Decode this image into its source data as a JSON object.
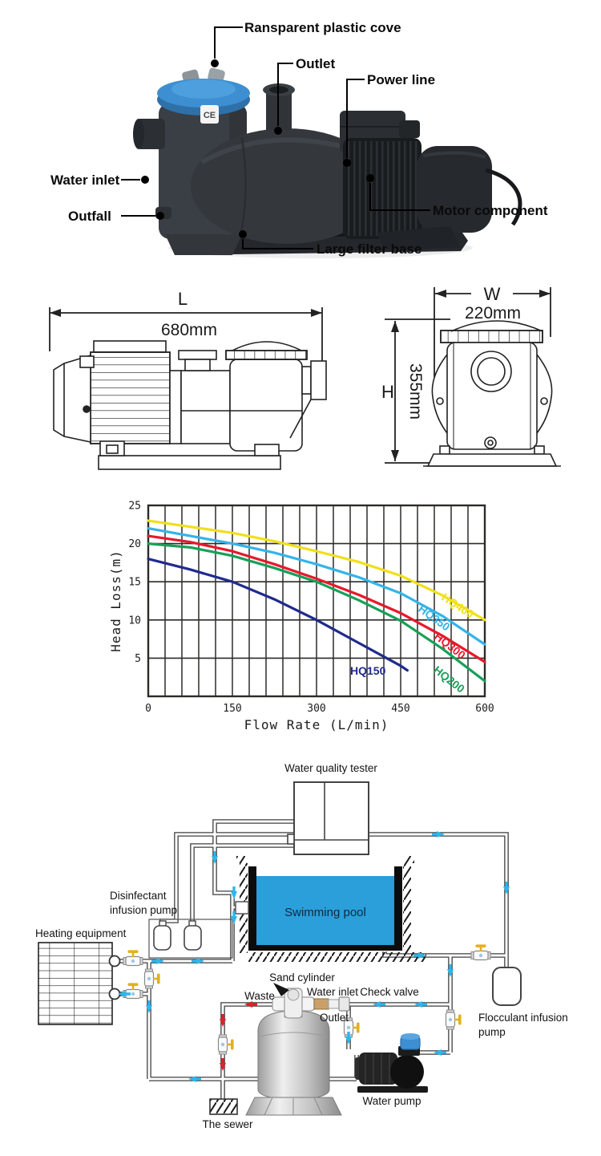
{
  "product": {
    "callouts": {
      "cover": "Ransparent plastic cove",
      "outlet": "Outlet",
      "power": "Power line",
      "inlet": "Water inlet",
      "motor": "Motor component",
      "outfall": "Outfall",
      "base": "Large filter base"
    },
    "ce_mark": "CE"
  },
  "dimensions": {
    "length_letter": "L",
    "length_value": "680mm",
    "width_letter": "W",
    "width_value": "220mm",
    "height_letter": "H",
    "height_value": "355mm"
  },
  "chart_data": {
    "type": "line",
    "title": "",
    "xlabel": "Flow Rate (L/min)",
    "ylabel": "Head Loss(m)",
    "xlim": [
      0,
      600
    ],
    "ylim": [
      0,
      25
    ],
    "x_ticks": [
      0,
      150,
      300,
      450,
      600
    ],
    "y_ticks": [
      5,
      10,
      15,
      20,
      25
    ],
    "x_grid_step": 30,
    "y_grid_step": 5,
    "grid": true,
    "legend_position": "on-curve",
    "series": [
      {
        "name": "HQ400",
        "color": "#f0e01a",
        "points": [
          [
            0,
            23
          ],
          [
            75,
            22.2
          ],
          [
            150,
            21.4
          ],
          [
            225,
            20.3
          ],
          [
            300,
            19
          ],
          [
            375,
            17.6
          ],
          [
            450,
            15.8
          ],
          [
            525,
            13.2
          ],
          [
            600,
            10
          ]
        ],
        "label": {
          "x": 550,
          "y": 137,
          "rot": 33
        }
      },
      {
        "name": "HQ350",
        "color": "#33b4e9",
        "points": [
          [
            0,
            22
          ],
          [
            75,
            21
          ],
          [
            150,
            20
          ],
          [
            225,
            18.8
          ],
          [
            300,
            17.3
          ],
          [
            375,
            15.6
          ],
          [
            450,
            13.5
          ],
          [
            525,
            10.5
          ],
          [
            600,
            6.8
          ]
        ],
        "label": {
          "x": 521,
          "y": 151,
          "rot": 36
        }
      },
      {
        "name": "HQ300",
        "color": "#e6192c",
        "points": [
          [
            0,
            21
          ],
          [
            75,
            20.2
          ],
          [
            150,
            19
          ],
          [
            225,
            17.3
          ],
          [
            300,
            15.4
          ],
          [
            375,
            13.3
          ],
          [
            450,
            10.9
          ],
          [
            525,
            7.9
          ],
          [
            600,
            4.5
          ]
        ],
        "label": {
          "x": 541,
          "y": 185,
          "rot": 38
        }
      },
      {
        "name": "HQ200",
        "color": "#18a058",
        "points": [
          [
            0,
            20
          ],
          [
            75,
            19.5
          ],
          [
            150,
            18.4
          ],
          [
            225,
            16.8
          ],
          [
            300,
            15
          ],
          [
            375,
            12.6
          ],
          [
            450,
            9.9
          ],
          [
            525,
            6.2
          ],
          [
            600,
            2
          ]
        ],
        "label": {
          "x": 540,
          "y": 227,
          "rot": 38
        }
      },
      {
        "name": "HQ150",
        "color": "#202b8d",
        "points": [
          [
            0,
            18
          ],
          [
            75,
            16.6
          ],
          [
            150,
            15
          ],
          [
            225,
            12.7
          ],
          [
            300,
            10
          ],
          [
            375,
            7
          ],
          [
            450,
            4
          ],
          [
            462,
            3.4
          ]
        ],
        "label": {
          "x": 437,
          "y": 231,
          "rot": 0
        }
      }
    ]
  },
  "diagram": {
    "labels": {
      "water_quality_tester": "Water quality tester",
      "disinfectant_1": "Disinfectant",
      "disinfectant_2": "infusion pump",
      "heating": "Heating equipment",
      "pool": "Swimming pool",
      "sand_cylinder": "Sand cylinder",
      "waste": "Waste",
      "water_inlet": "Water inlet",
      "check_valve": "Check valve",
      "outlet": "Outlet",
      "flocculant_1": "Flocculant infusion",
      "flocculant_2": "pump",
      "water_pump": "Water pump",
      "sewer": "The sewer"
    }
  },
  "colors": {
    "pool_water": "#2b9fd9",
    "flow_arrow": "#2fb6ea",
    "warn_arrow": "#d9252b",
    "valve_handle": "#e3b01f",
    "pump_lid_blue": "#3d8fd2"
  }
}
